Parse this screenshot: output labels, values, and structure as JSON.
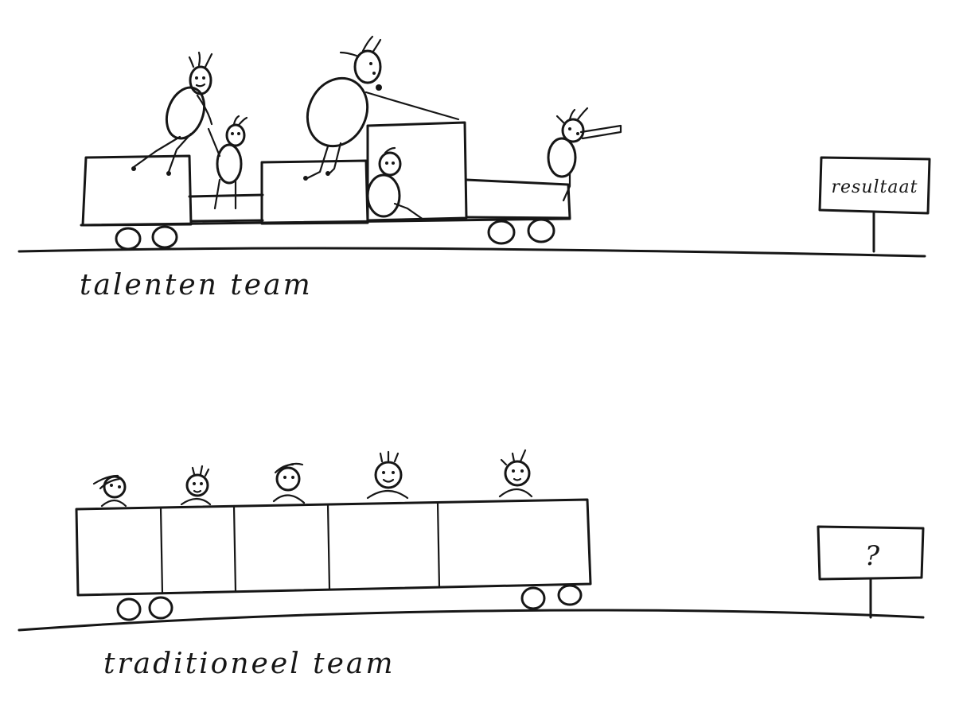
{
  "top_scene": {
    "caption": "talenten team",
    "sign_label": "resultaat"
  },
  "bottom_scene": {
    "caption": "traditioneel team",
    "sign_label": "?"
  }
}
